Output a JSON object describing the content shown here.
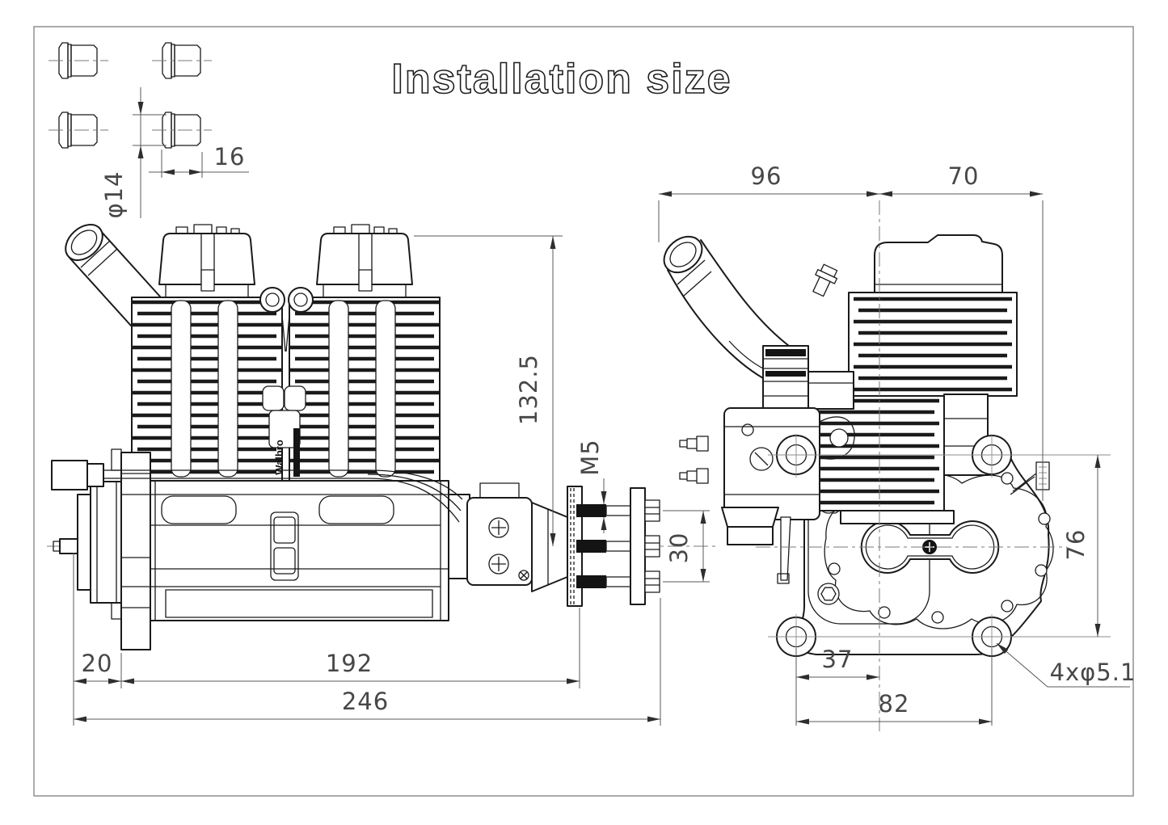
{
  "page": {
    "title": "Installation size",
    "brand_label": "Walbro"
  },
  "dimensions": {
    "bushing_length": "16",
    "bushing_diameter": "φ14",
    "crank_center_height": "132.5",
    "prop_bolt_thread": "M5",
    "prop_bolt_spacing": "30",
    "rear_overhang": "20",
    "mount_span": "192",
    "overall_length": "246",
    "muffler_to_cylinder": "96",
    "cylinder_to_rear": "70",
    "mount_hole_vertical_span": "76",
    "cylinder_to_mount_hole": "37",
    "mount_hole_horizontal_span": "82",
    "mount_hole_spec": "4xφ5.1"
  },
  "colors": {
    "line": "#1a1a1a",
    "dimension": "#4a4a4a",
    "background": "#ffffff",
    "frame": "#8f8f8f"
  }
}
